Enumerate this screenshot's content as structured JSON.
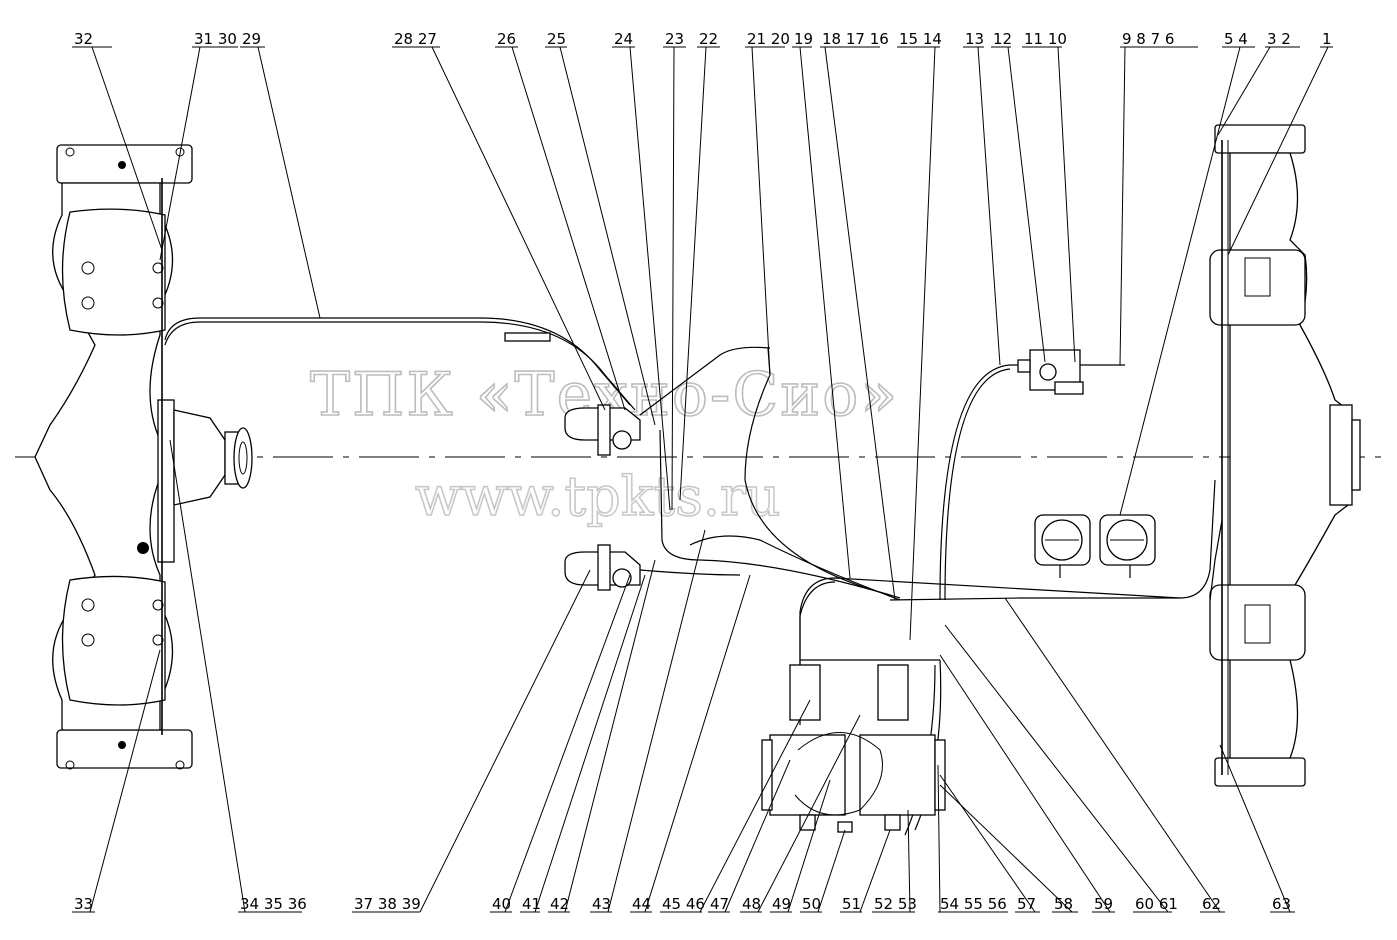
{
  "watermark": {
    "line1": "ТПК «Техно-Сио»",
    "line2": "www.tpkts.ru"
  },
  "top_labels": [
    "32",
    "31 30",
    "29",
    "28 27",
    "26",
    "25",
    "24",
    "23",
    "22",
    "21 20",
    "19",
    "18 17 16",
    "15 14",
    "13",
    "12",
    "11 10",
    "9 8 7 6",
    "5 4",
    "3 2",
    "1"
  ],
  "bottom_labels": [
    "33",
    "34 35 36",
    "37 38 39",
    "40",
    "41",
    "42",
    "43",
    "44",
    "45 46",
    "47",
    "48",
    "49",
    "50",
    "51",
    "52 53",
    "54 55 56",
    "57",
    "58",
    "59",
    "60 61",
    "62",
    "63"
  ]
}
